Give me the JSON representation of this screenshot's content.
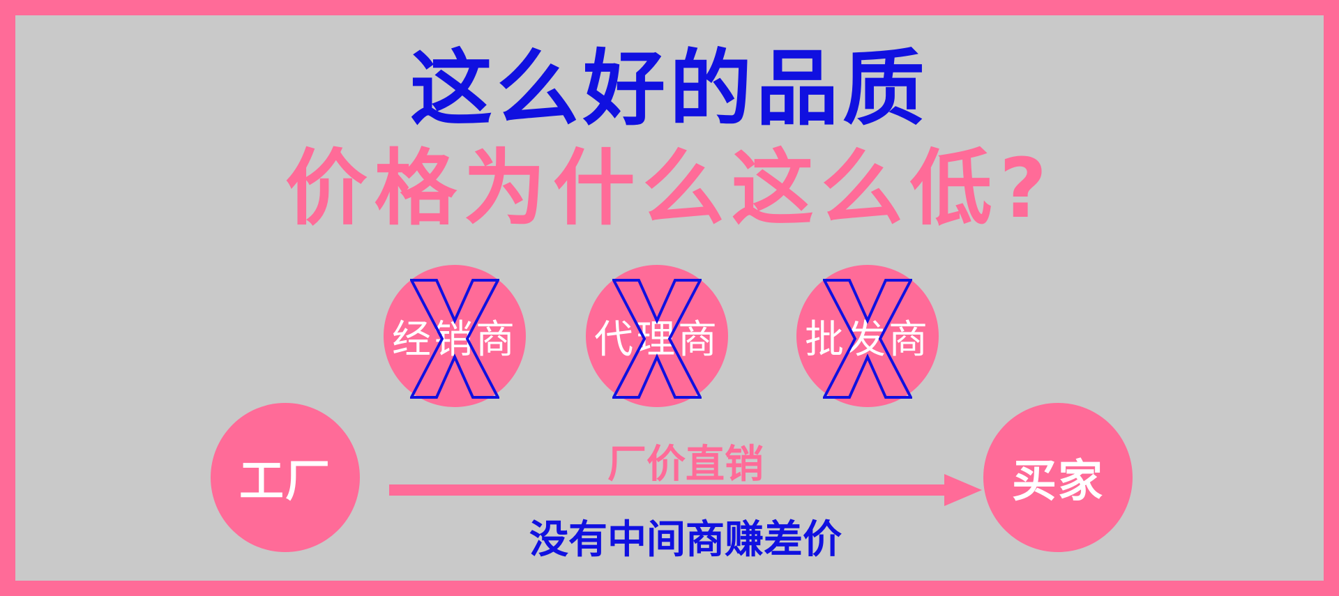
{
  "headline": {
    "line1": "这么好的品质",
    "line2": "价格为什么这么低?"
  },
  "middlemen": [
    {
      "label": "经销商",
      "status_icon": "cross-icon"
    },
    {
      "label": "代理商",
      "status_icon": "cross-icon"
    },
    {
      "label": "批发商",
      "status_icon": "cross-icon"
    }
  ],
  "flow": {
    "from": "工厂",
    "to": "买家",
    "top_text": "厂价直销",
    "bottom_text": "没有中间商赚差价"
  },
  "colors": {
    "pink": "#ff6b98",
    "blue": "#1010e0",
    "background": "#c9c9c9",
    "white": "#ffffff"
  }
}
